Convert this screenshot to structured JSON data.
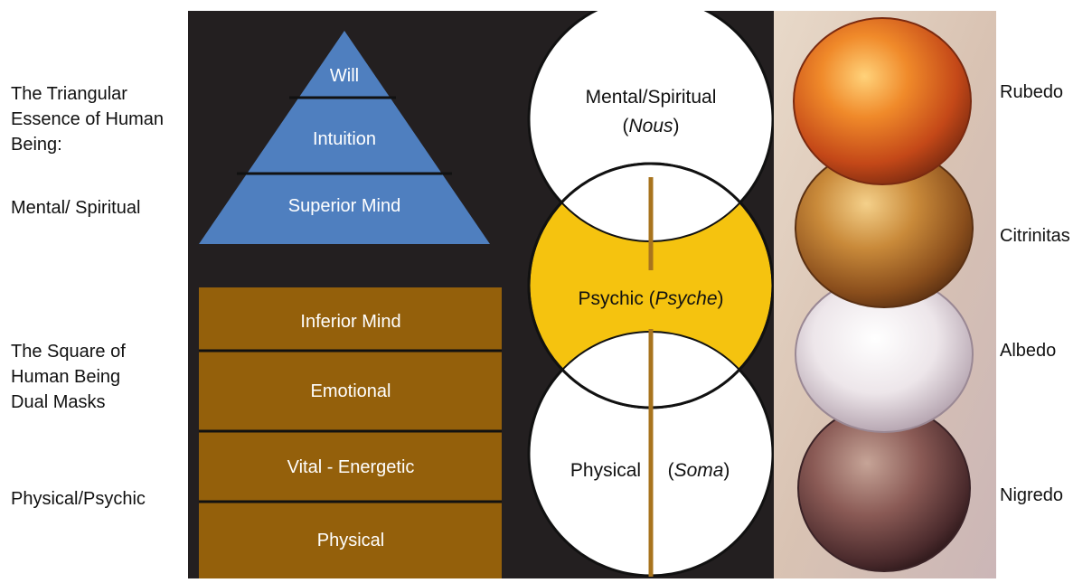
{
  "left_labels": {
    "triangle_lines": [
      "The Triangular",
      "Essence of Human",
      "Being:"
    ],
    "triangle_sub": "Mental/ Spiritual",
    "square_lines": [
      "The Square of",
      "Human Being",
      "Dual Masks"
    ],
    "square_sub": "Physical/Psychic"
  },
  "triangle_levels": [
    "Will",
    "Intuition",
    "Superior Mind"
  ],
  "square_levels": [
    "Inferior Mind",
    "Emotional",
    "Vital - Energetic",
    "Physical"
  ],
  "circles": {
    "top": {
      "name": "Mental/Spiritual",
      "term": "Nous"
    },
    "middle": {
      "name": "Psychic",
      "term": "Psyche"
    },
    "bottom": {
      "name": "Physical",
      "term": "Soma"
    }
  },
  "alchemy_stages": [
    "Rubedo",
    "Citrinitas",
    "Albedo",
    "Nigredo"
  ],
  "colors": {
    "triangle": "#4f7fbf",
    "square": "#94600b",
    "panel": "#231f20",
    "psychic": "#f5c30f",
    "axis": "#a8741e"
  }
}
